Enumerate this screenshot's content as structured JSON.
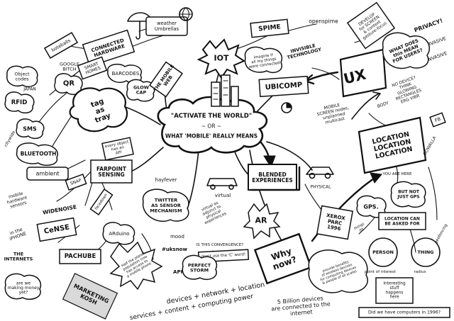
{
  "center": {
    "line1": "\"ACTIVATE THE WORLD\"",
    "line2": "~ OR ~",
    "line3": "WHAT 'MOBILE' REALLY MEANS"
  },
  "nodes": {
    "weather_umbrellas": "weather\nUmbrellas",
    "connected_hardware": "CONNECTED\nHARDWARE",
    "spime": "SPIME",
    "openspime": "openspime",
    "iot": "IOT",
    "imagine": "imagine if\nall my things\nwere connected",
    "invisible_tech": "INVISIBLE\nTECHNOLOGY",
    "ubicomp": "UBICOMP",
    "ux": "UX",
    "what_does_it_mean": "WHAT DOES\nthis MEAN\nFOR USERS?",
    "privacy": "PRIVACY!",
    "pervasive": "PERVASIVE",
    "invasive": "INVASIVE",
    "develop": "DEVELOP\nfor SCREEN\n& context\ngesture-focus",
    "no_device": "NO DEVICE?\nTHINK\nGLOWING\nRECTANGLES\nERG VIBR",
    "body": "BODY",
    "mobile_screen": "MOBILE\nSCREEN nodes,\nunplanned\nmulticast",
    "boteballs": "boteballs",
    "google": "GOOGLE\nBITCH",
    "smart_homes": "SMART\nHOMES",
    "barcodes": "BARCODES",
    "object_codes": "Object\ncodes",
    "qr": "QR",
    "japan": "JAPAN",
    "rfid": "RFID",
    "sms": "SMS",
    "tag_as_tray": "tag\nas\ntray",
    "bluetooth": "BLUETOOTH",
    "citywide": "citywide",
    "glow_cap": "GLOW\nCAP",
    "the_mobile_web": "THE MOBILE\nWEB",
    "every_object": "every object\nhas an\nAPI",
    "farpoint": "FARPOINT\nSENSING",
    "ambient": "ambient",
    "mobile_hardware": "mobile\nhardware\nsensors",
    "snap": "SNAP",
    "widenoise": "WIDENOISE",
    "cense": "CeNSE",
    "facedown": "facedown",
    "in_the_iphone": "in the\niPHONE",
    "arduino": "ARduino",
    "the_internets": "THE\nINTERNETS",
    "pachube": "PACHUBE",
    "are_we_making": "are we\nmaking money\nyet?",
    "marketing": "MARKETING\nKOSH",
    "half_the_planet": "Half the planet\npopulation now\nhas access to\na mobile phone",
    "twitter": "TWITTER\nAS SENSOR\nMECHANISM",
    "hayfever": "hayfever",
    "mood": "mood",
    "snow": "#uksnow",
    "is_this_convergence": "IS THIS CONVERGENCE?",
    "dont_use_word": "don't use the 'C' word!",
    "apps": "APPS!",
    "perfect_storm": "PERFECT\nSTORM",
    "devices_network": "devices + network + location",
    "services_content": "services + content + computing power",
    "why_now": "Why\nnow?",
    "virtual": "virtual",
    "physical": "PHYSICAL",
    "blended": "BLENDED\nEXPERIENCES",
    "virtual_adjunct": "virtual as\nadjunct to\nphysical\nexperiences",
    "ar": "AR",
    "xerox": "XEROX\nPARC\n1996",
    "provide_benefits": "provide benefits\nof wireless devices\nfor computing devices\n& people of all scales",
    "five_billion": "5 Billion devices\nare connected to the\ninternet",
    "location": "LOCATION\nLOCATION\nLOCATION",
    "you_are_here": "YOU ARE HERE",
    "gowalla": "GOWALLA",
    "fb": "FB",
    "gps": "GPS.",
    "but_not_gps": "BUT NOT\nJUST GPS",
    "people_do": "things\ndo",
    "location_asked": "LOCATION CAN\nBE ASKED FOR",
    "person": "PERSON",
    "thing": "THING",
    "point_of_interest": "point of interest",
    "radius": "radius",
    "geofencing": "geofencing",
    "interesting_stuff": "Interesting\nstuff\nhappens\nhere",
    "did_we_have": "Did we have computers in 1996?"
  }
}
